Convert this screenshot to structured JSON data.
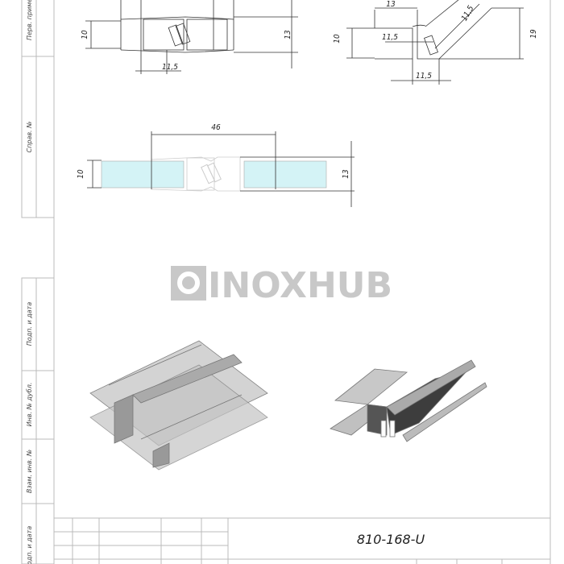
{
  "sidebar": {
    "labels": [
      "Перв. примен.",
      "Справ. №",
      "Подп. и дата",
      "Инв. № дубл.",
      "Взам. инв. №",
      "Подп. и дата"
    ]
  },
  "views": {
    "straight_top": {
      "dims": [
        "10",
        "13",
        "11,5"
      ]
    },
    "angled_top": {
      "dims": [
        "13",
        "11,5",
        "10",
        "11,5",
        "19",
        "11,5"
      ]
    },
    "glass_section": {
      "dims": [
        "46",
        "10",
        "13"
      ]
    }
  },
  "watermark": "INOXHUB",
  "title_block": {
    "designation": "810-168-U"
  },
  "colors": {
    "glass": "#d4f3f6",
    "line": "#333333",
    "frame": "#bbbbbb"
  }
}
